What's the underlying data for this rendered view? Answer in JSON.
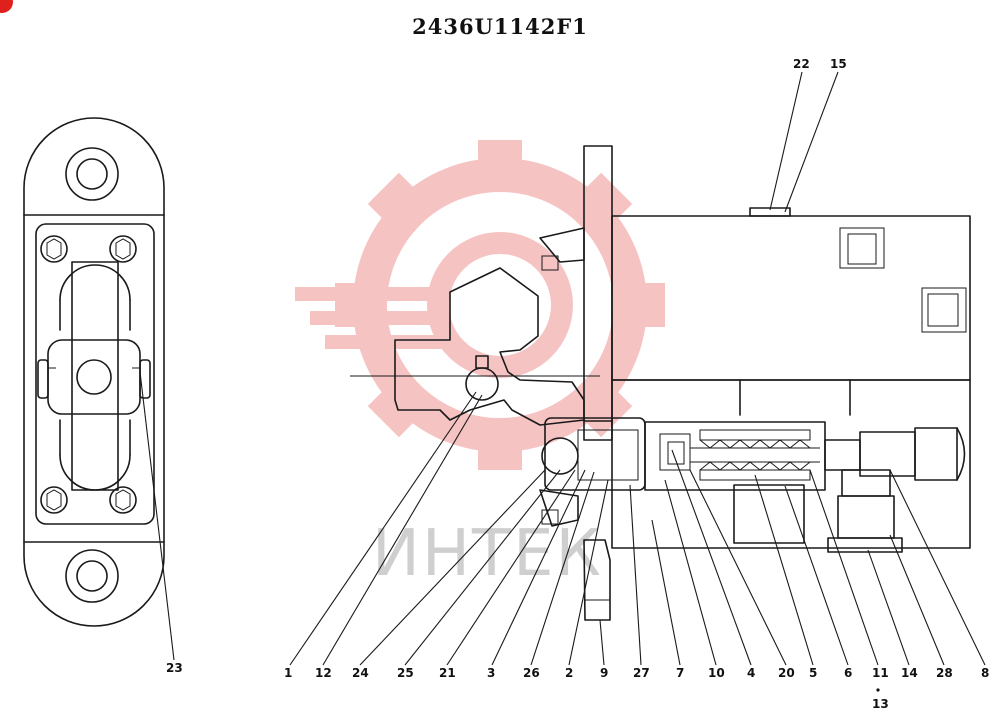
{
  "title": "2436U1142F1",
  "watermark": {
    "text": "ИНТЕК",
    "gear_color": "#f5b9b9",
    "text_color": "#cfcfcf"
  },
  "badge_color": "#e0201c",
  "part_labels": {
    "p1": "1",
    "p12": "12",
    "p24": "24",
    "p25": "25",
    "p21": "21",
    "p3": "3",
    "p26": "26",
    "p2": "2",
    "p9": "9",
    "p27": "27",
    "p7": "7",
    "p10": "10",
    "p4": "4",
    "p20": "20",
    "p5": "5",
    "p6": "6",
    "p11": "11",
    "p14": "14",
    "p28": "28",
    "p8": "8",
    "p13": "13",
    "p22": "22",
    "p15": "15",
    "p23": "23"
  }
}
